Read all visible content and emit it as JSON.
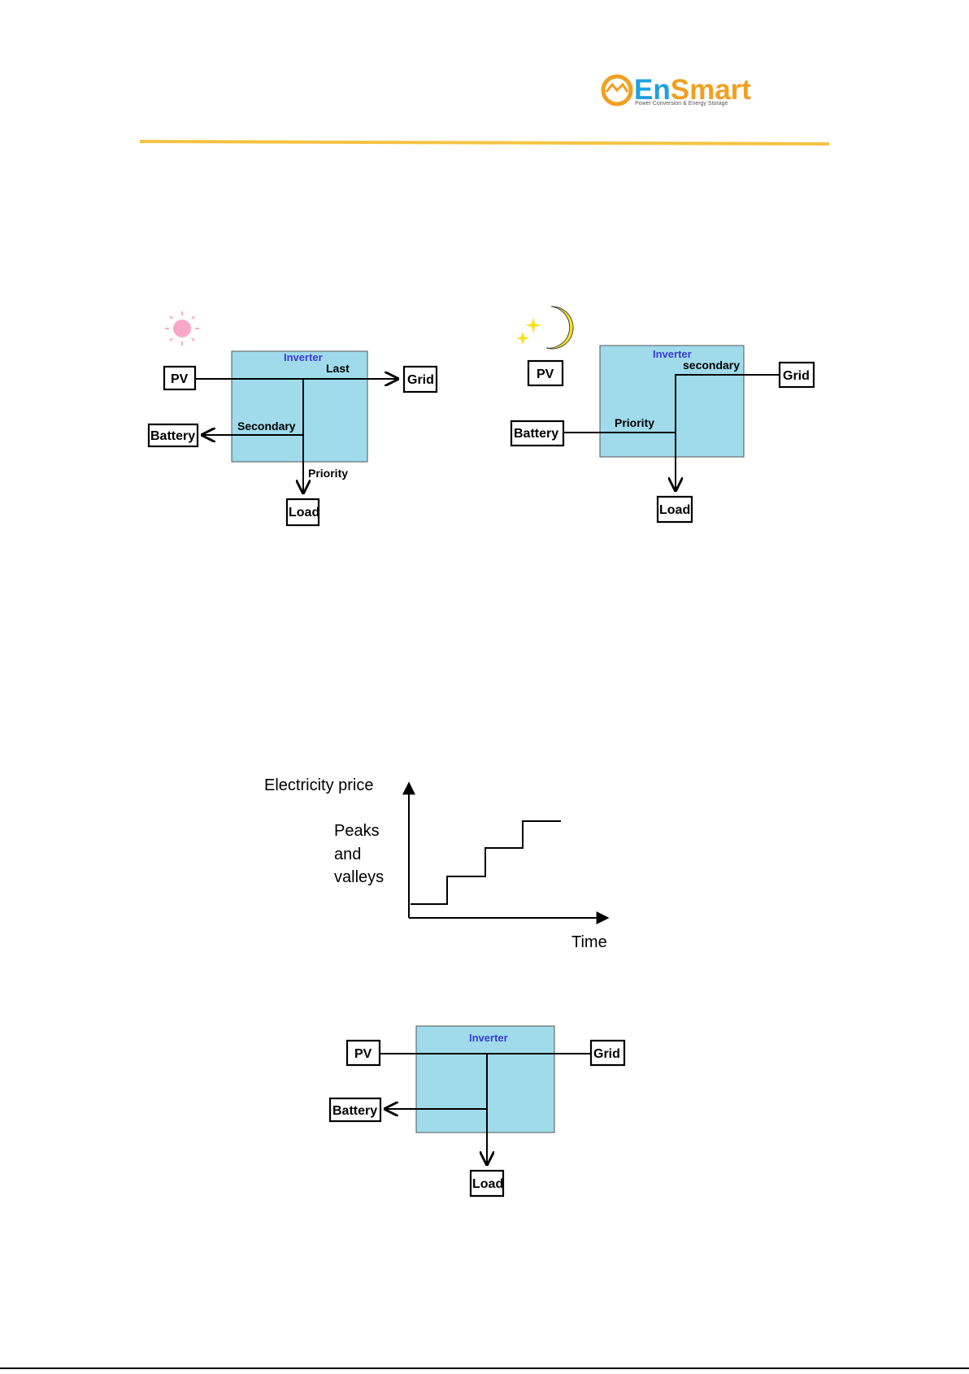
{
  "header": {
    "logo_text": "EnSmart",
    "logo_tagline": "Power Conversion & Energy Storage",
    "colors": {
      "accent": "#f5c242",
      "logo_blue": "#1fa0e0",
      "logo_orange": "#f0a020"
    }
  },
  "diagram_day": {
    "icon": "sun-icon",
    "inverter": "Inverter",
    "pv": "PV",
    "grid": "Grid",
    "battery": "Battery",
    "load": "Load",
    "label_last": "Last",
    "label_secondary": "Secondary",
    "label_priority": "Priority"
  },
  "diagram_night": {
    "icon": "moon-stars-icon",
    "inverter": "Inverter",
    "pv": "PV",
    "grid": "Grid",
    "battery": "Battery",
    "load": "Load",
    "label_secondary": "secondary",
    "label_priority": "Priority"
  },
  "price_chart": {
    "ylabel": "Electricity price",
    "xlabel": "Time",
    "annotation": [
      "Peaks",
      "and",
      "valleys"
    ]
  },
  "diagram_bottom": {
    "inverter": "Inverter",
    "pv": "PV",
    "grid": "Grid",
    "battery": "Battery",
    "load": "Load"
  }
}
